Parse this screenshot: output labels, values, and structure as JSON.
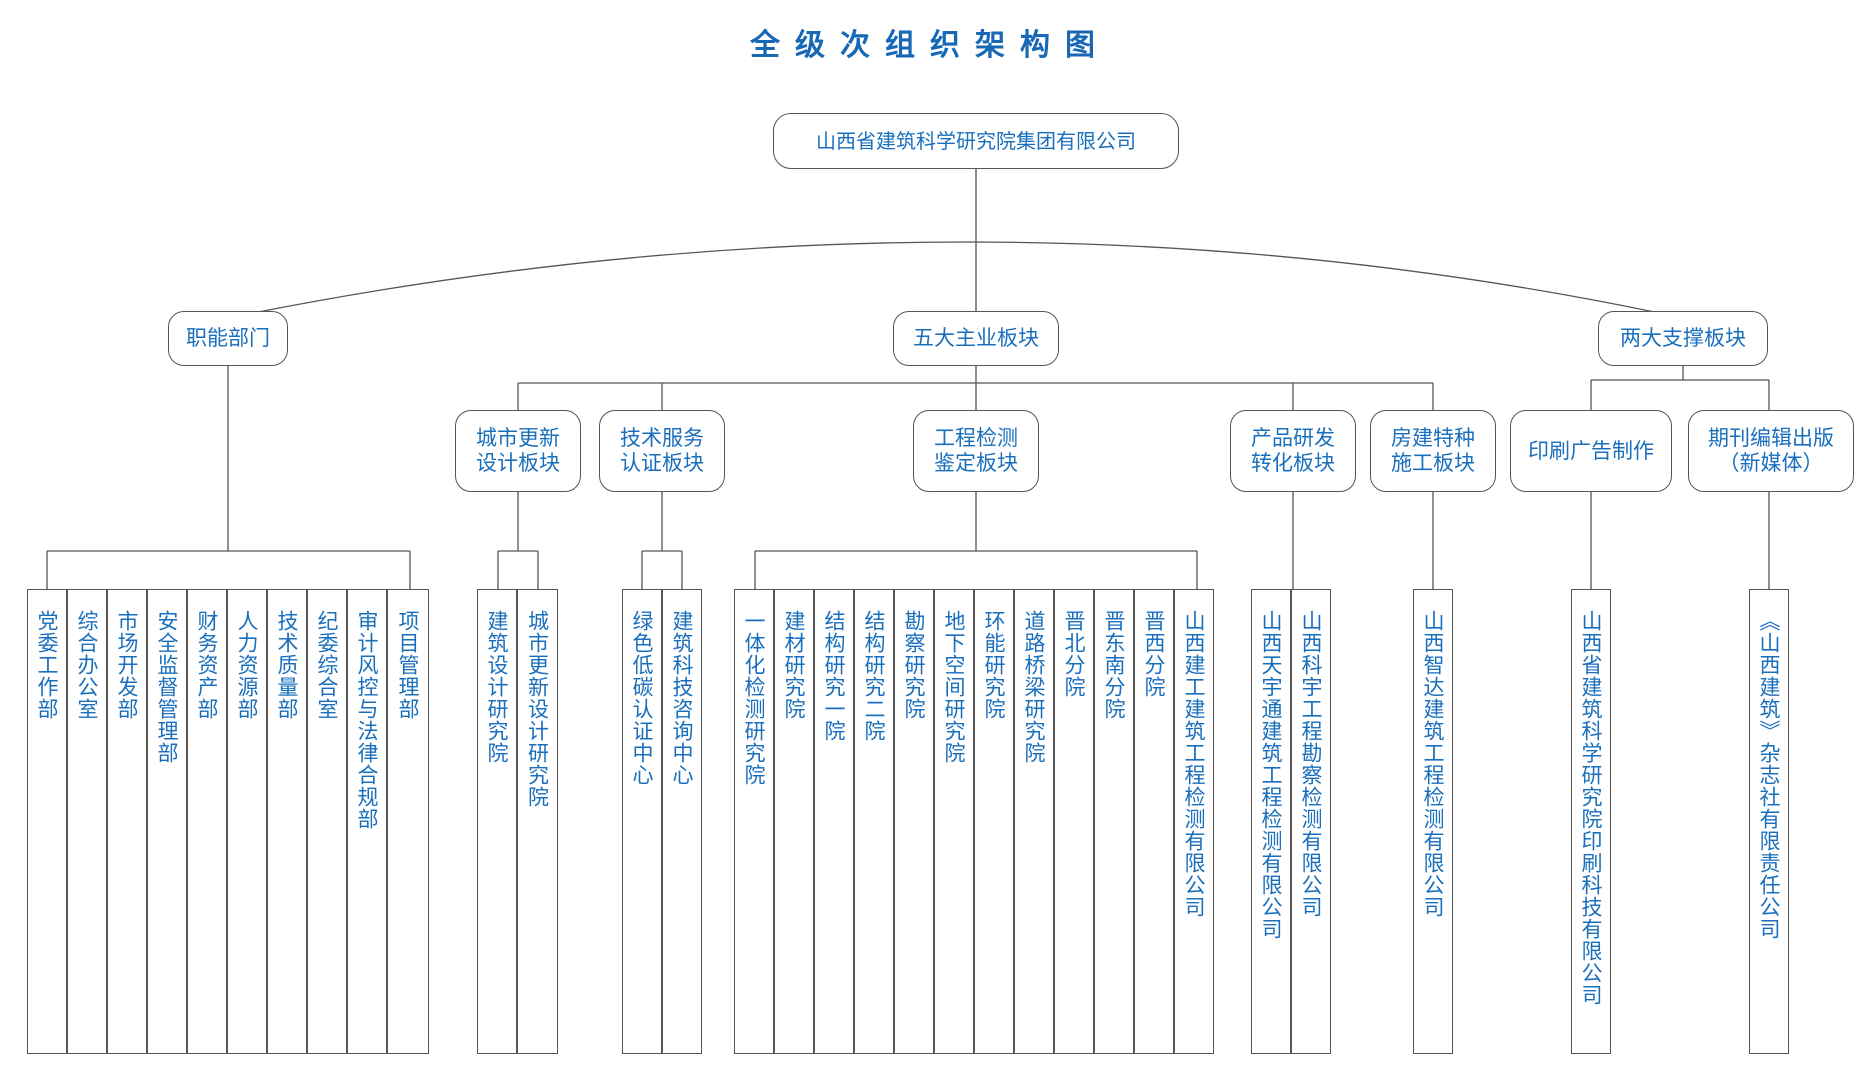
{
  "title": "全级次组织架构图",
  "root": "山西省建筑科学研究院集团有限公司",
  "level1": {
    "functional": "职能部门",
    "main": "五大主业板块",
    "support": "两大支撑板块"
  },
  "sectors": {
    "urban": [
      "城市更新",
      "设计板块"
    ],
    "tech": [
      "技术服务",
      "认证板块"
    ],
    "inspect": [
      "工程检测",
      "鉴定板块"
    ],
    "product": [
      "产品研发",
      "转化板块"
    ],
    "housing": [
      "房建特种",
      "施工板块"
    ],
    "print": [
      "印刷广告制作"
    ],
    "journal": [
      "期刊编辑出版",
      "（新媒体）"
    ]
  },
  "leaves": {
    "functional": [
      "党委工作部",
      "综合办公室",
      "市场开发部",
      "安全监督管理部",
      "财务资产部",
      "人力资源部",
      "技术质量部",
      "纪委综合室",
      "审计风控与法律合规部",
      "项目管理部"
    ],
    "urban": [
      "建筑设计研究院",
      "城市更新设计研究院"
    ],
    "tech": [
      "绿色低碳认证中心",
      "建筑科技咨询中心"
    ],
    "inspect": [
      "一体化检测研究院",
      "建材研究院",
      "结构研究一院",
      "结构研究二院",
      "勘察研究院",
      "地下空间研究院",
      "环能研究院",
      "道路桥梁研究院",
      "晋北分院",
      "晋东南分院",
      "晋西分院",
      "山西建工建筑工程检测有限公司"
    ],
    "product": [
      "山西天宇通建筑工程检测有限公司",
      "山西科宇工程勘察检测有限公司"
    ],
    "housing": [
      "山西智达建筑工程检测有限公司"
    ],
    "print": [
      "山西省建筑科学研究院印刷科技有限公司"
    ],
    "journal": [
      "《山西建筑》杂志社有限责任公司"
    ]
  },
  "colors": {
    "text": "#1a6fbd",
    "title": "#1769b6",
    "line": "#555555"
  }
}
